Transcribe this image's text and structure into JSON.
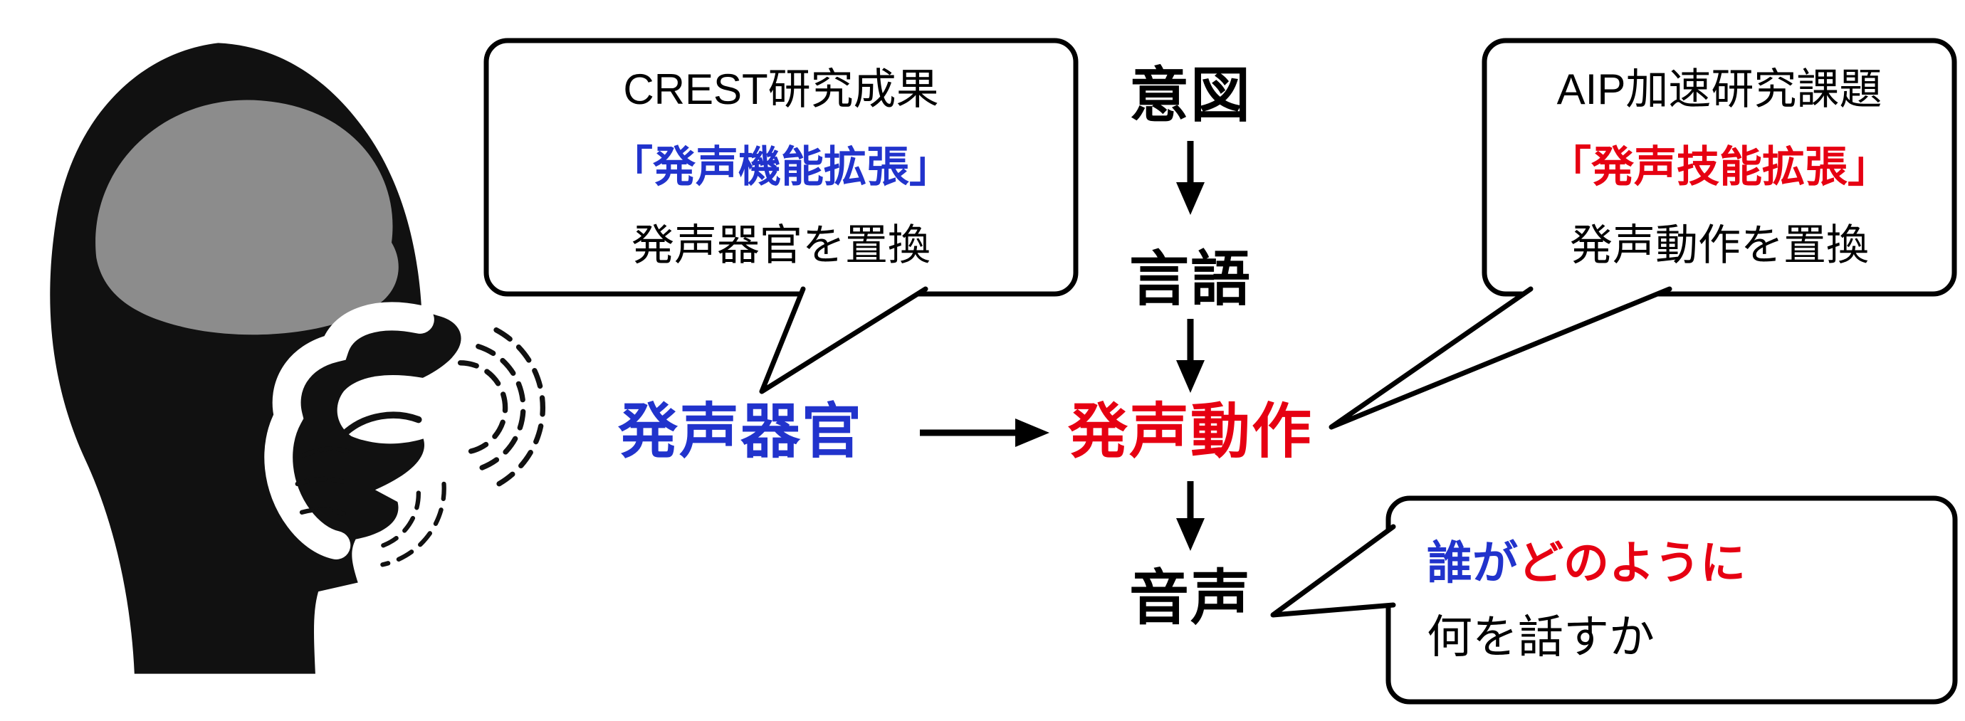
{
  "flow": {
    "intent": "意図",
    "language": "言語",
    "articulation": "発声動作",
    "speech": "音声",
    "vocal_organs": "発声器官"
  },
  "bubbles": {
    "crest": {
      "line1": "CREST研究成果",
      "line2": "「発声機能拡張」",
      "line3": "発声器官を置換"
    },
    "aip": {
      "line1": "AIP加速研究課題",
      "line2": "「発声技能拡張」",
      "line3": "発声動作を置換"
    },
    "who_how": {
      "who": "誰が",
      "how": "どのように",
      "line2": "何を話すか"
    }
  },
  "colors": {
    "emphasis_blue": "#2133cc",
    "emphasis_red": "#e60012",
    "text_black": "#000000",
    "brain_gray": "#8c8c8c",
    "background": "#ffffff"
  },
  "figures": {
    "head_illustration": "head-profile-vocal-tract-cutaway",
    "sound_waves": "dashed-sound-wave-arcs"
  }
}
